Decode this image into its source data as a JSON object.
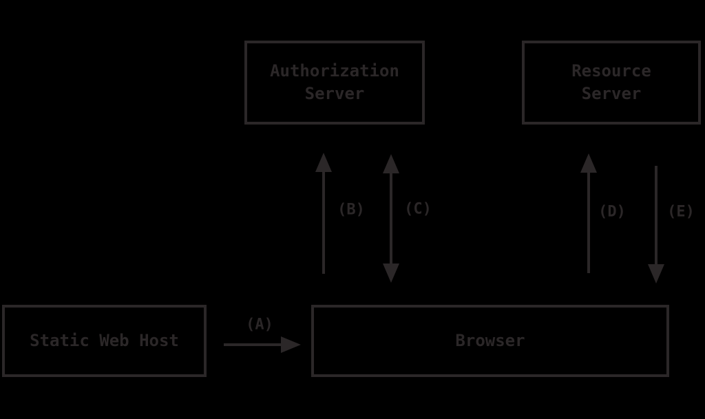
{
  "colors": {
    "background": "#000000",
    "ink": "#2b2728"
  },
  "nodes": {
    "auth_server": {
      "line1": "Authorization",
      "line2": "Server"
    },
    "resource_server": {
      "line1": "Resource",
      "line2": "Server"
    },
    "static_web_host": {
      "label": "Static Web Host"
    },
    "browser": {
      "label": "Browser"
    }
  },
  "arrows": {
    "a": {
      "label": "(A)",
      "from": "static-web-host",
      "to": "browser",
      "direction": "right"
    },
    "b": {
      "label": "(B)",
      "from": "browser",
      "to": "authorization-server",
      "direction": "up"
    },
    "c": {
      "label": "(C)",
      "from": "browser",
      "to": "authorization-server",
      "direction": "both"
    },
    "d": {
      "label": "(D)",
      "from": "browser",
      "to": "resource-server",
      "direction": "up"
    },
    "e": {
      "label": "(E)",
      "from": "resource-server",
      "to": "browser",
      "direction": "down"
    }
  }
}
